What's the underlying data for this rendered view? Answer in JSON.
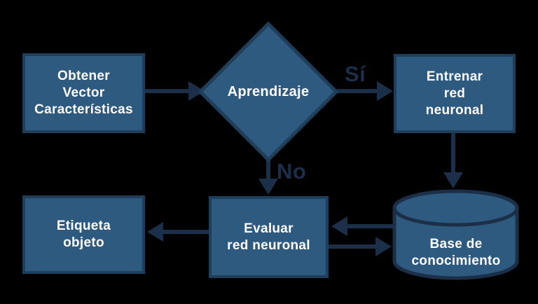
{
  "diagram": {
    "background_color": "#000000",
    "colors": {
      "node_fill": "#2e5a7f",
      "node_border": "#1e3e5a",
      "cylinder_border": "#1b3048",
      "arrow": "#1b3048",
      "label_text": "#ffffff",
      "branch_label_text": "#1b3048"
    },
    "nodes": {
      "obtener": {
        "type": "process",
        "label": "Obtener\nVector\nCaracterísticas"
      },
      "aprendizaje": {
        "type": "decision",
        "label": "Aprendizaje"
      },
      "entrenar": {
        "type": "process",
        "label": "Entrenar\nred\nneuronal"
      },
      "base_conocimiento": {
        "type": "database",
        "label": "Base de\nconocimiento"
      },
      "evaluar": {
        "type": "process",
        "label": "Evaluar\nred neuronal"
      },
      "etiqueta": {
        "type": "process",
        "label": "Etiqueta\nobjeto"
      }
    },
    "edges": [
      {
        "from": "obtener",
        "to": "aprendizaje",
        "label": ""
      },
      {
        "from": "aprendizaje",
        "to": "entrenar",
        "label": "Sí"
      },
      {
        "from": "aprendizaje",
        "to": "evaluar",
        "label": "No"
      },
      {
        "from": "entrenar",
        "to": "base_conocimiento",
        "label": ""
      },
      {
        "from": "base_conocimiento",
        "to": "evaluar",
        "label": ""
      },
      {
        "from": "evaluar",
        "to": "base_conocimiento",
        "label": ""
      },
      {
        "from": "evaluar",
        "to": "etiqueta",
        "label": ""
      }
    ]
  }
}
